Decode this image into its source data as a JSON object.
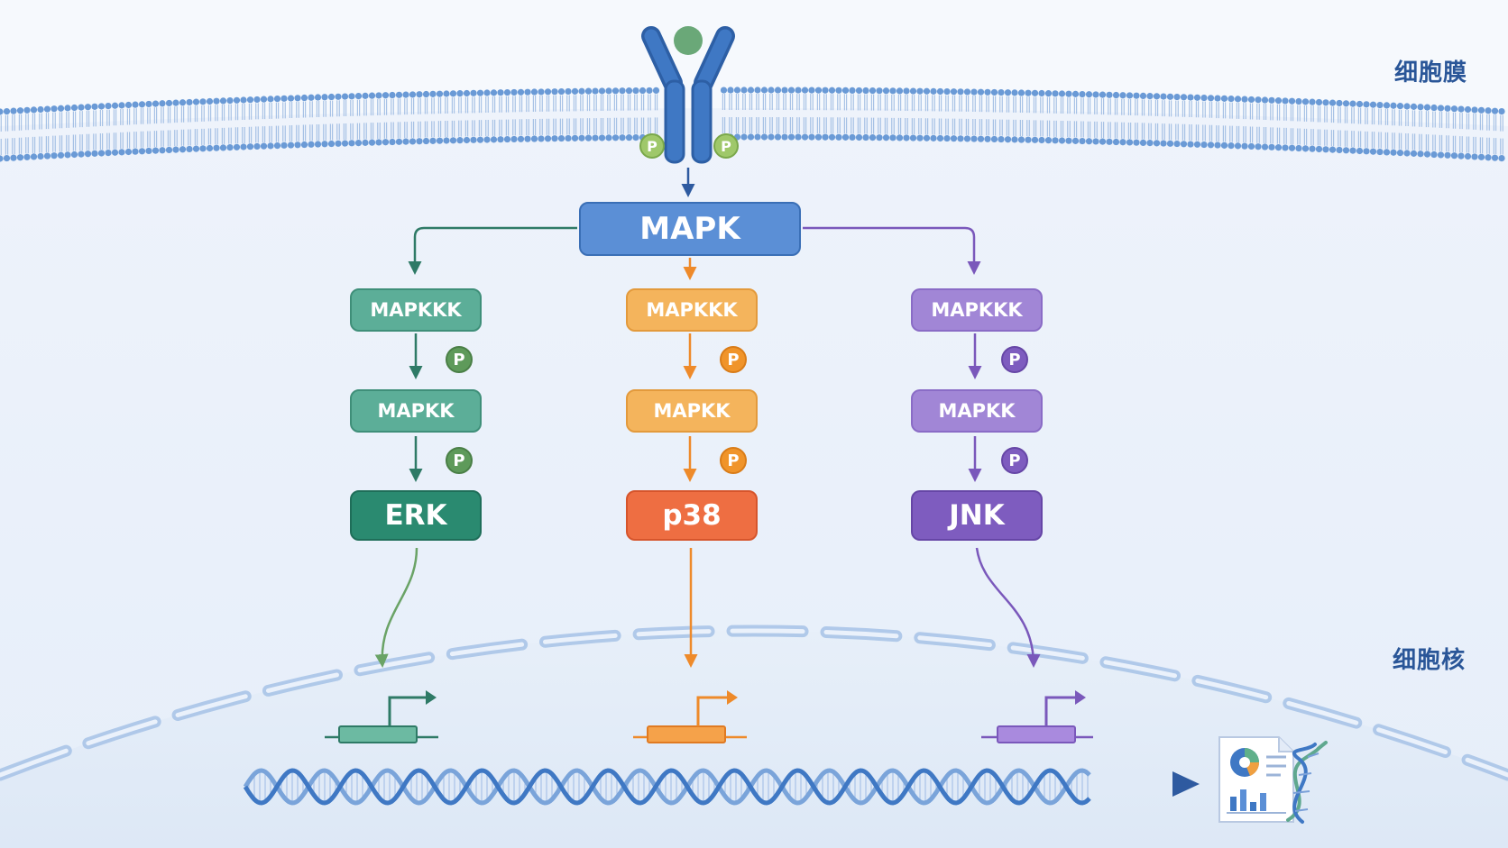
{
  "labels": {
    "membrane": "细胞膜",
    "nucleus": "细胞核"
  },
  "receptor": {
    "phospho_left": "P",
    "phospho_right": "P"
  },
  "top_kinase": {
    "label": "MAPK",
    "color": "#5b8fd6"
  },
  "pathways": [
    {
      "id": "erk",
      "kkk_label": "MAPKKK",
      "kk_label": "MAPKK",
      "final_label": "ERK",
      "p1": "P",
      "p2": "P",
      "light_color": "#5cae98",
      "dark_color": "#2a8a70",
      "badge_color": "#5e9a5a",
      "line_color": "#2e7a66"
    },
    {
      "id": "p38",
      "kkk_label": "MAPKKK",
      "kk_label": "MAPKK",
      "final_label": "p38",
      "p1": "P",
      "p2": "P",
      "light_color": "#f4b45c",
      "dark_color": "#ee6e42",
      "badge_color": "#f0942a",
      "line_color": "#ee8a2a"
    },
    {
      "id": "jnk",
      "kkk_label": "MAPKKK",
      "kk_label": "MAPKK",
      "final_label": "JNK",
      "p1": "P",
      "p2": "P",
      "light_color": "#a186d6",
      "dark_color": "#7e5cbf",
      "badge_color": "#7e5cbf",
      "line_color": "#7a58bb"
    }
  ],
  "icons": {
    "receptor": "receptor-icon",
    "dna": "dna-helix-icon",
    "report": "report-document-icon",
    "output_arrow": "arrow-right-icon"
  }
}
